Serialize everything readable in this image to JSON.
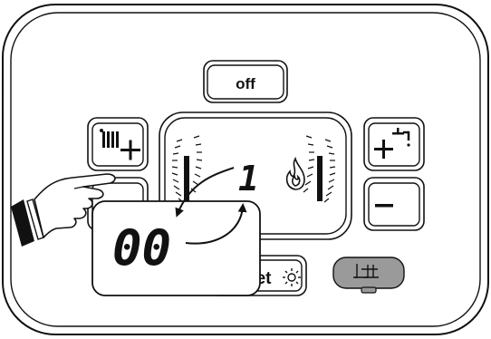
{
  "panel": {
    "off_label": "off",
    "set_label": "set",
    "display_digit": "1",
    "zoom_reading": "00"
  },
  "icons": {
    "radiator_plus": "radiator-plus-icon",
    "tap_plus": "tap-plus-icon",
    "minus": "minus-icon",
    "flame": "flame-icon",
    "sun": "sun-icon",
    "pressure": "pressure-gauge-icon",
    "hand": "pointing-hand-icon"
  },
  "colors": {
    "line": "#111111",
    "gray_button": "#9a9a9a",
    "background": "#ffffff"
  }
}
